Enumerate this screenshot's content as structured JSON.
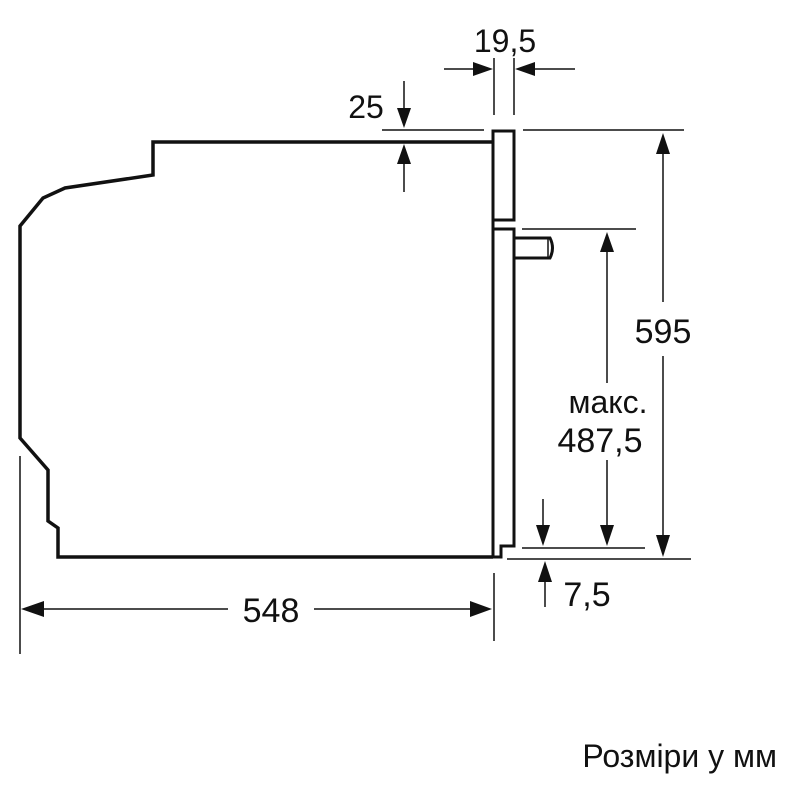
{
  "diagram": {
    "type": "technical-dimension-drawing",
    "subject": "built-in oven side profile",
    "colors": {
      "line": "#111111",
      "background": "#ffffff"
    },
    "dimensions": {
      "door_thickness": "19,5",
      "top_offset": "25",
      "total_height": "595",
      "max_label": "макс.",
      "max_height": "487,5",
      "bottom_offset": "7,5",
      "depth": "548"
    },
    "caption": "Розміри у мм"
  }
}
